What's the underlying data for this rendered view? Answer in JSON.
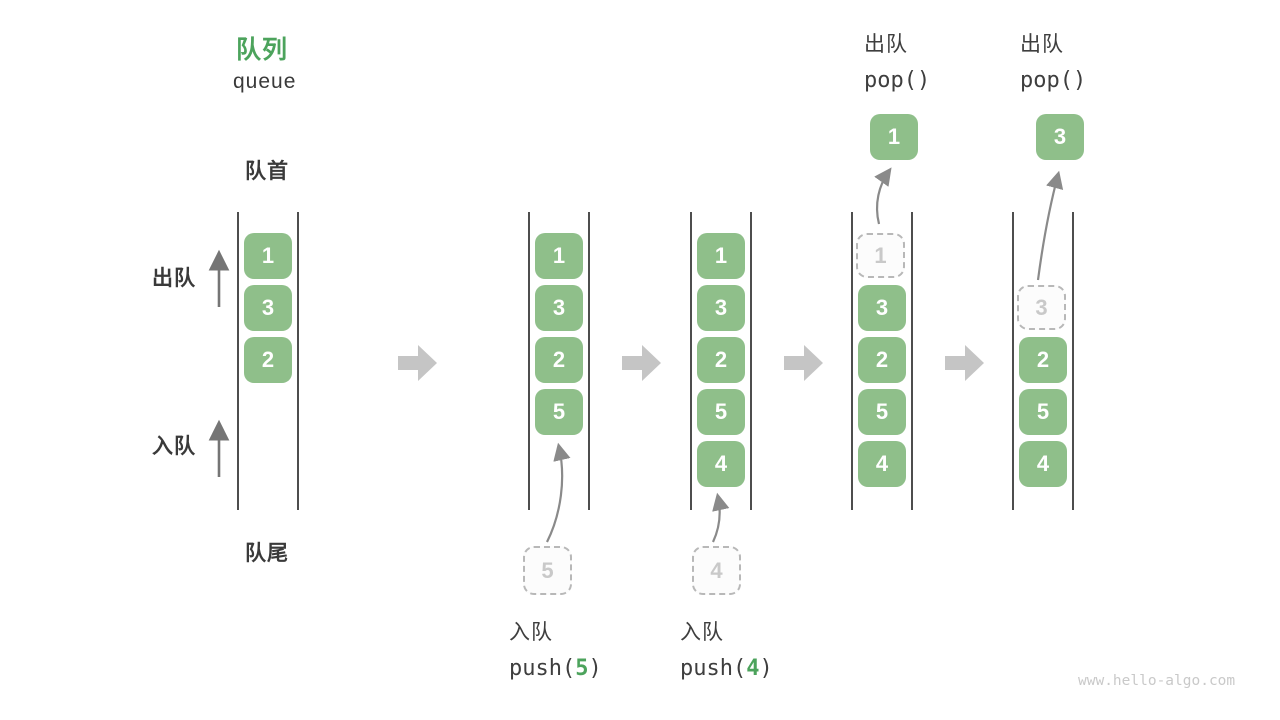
{
  "header": {
    "title_zh": "队列",
    "title_en": "queue"
  },
  "labels": {
    "front": "队首",
    "rear": "队尾",
    "dequeue_side": "出队",
    "enqueue_side": "入队"
  },
  "watermark": "www.hello-algo.com",
  "colors": {
    "box_green": "#8fbf8a",
    "accent_green": "#4ca35c",
    "text_dark": "#3d3d3d",
    "ghost_gray": "#c9c9c9",
    "block_arrow_gray": "#c5c5c5",
    "thin_arrow_gray": "#8a8a8a"
  },
  "stages": [
    {
      "name": "initial",
      "slots": [
        {
          "row": 0,
          "value": "1",
          "ghost": false
        },
        {
          "row": 1,
          "value": "3",
          "ghost": false
        },
        {
          "row": 2,
          "value": "2",
          "ghost": false
        }
      ]
    },
    {
      "name": "push-5",
      "slots": [
        {
          "row": 0,
          "value": "1",
          "ghost": false
        },
        {
          "row": 1,
          "value": "3",
          "ghost": false
        },
        {
          "row": 2,
          "value": "2",
          "ghost": false
        },
        {
          "row": 3,
          "value": "5",
          "ghost": false
        }
      ],
      "incoming_value": "5",
      "op_bottom": {
        "label": "入队",
        "code_pre": "push(",
        "code_arg": "5",
        "code_post": ")"
      }
    },
    {
      "name": "push-4",
      "slots": [
        {
          "row": 0,
          "value": "1",
          "ghost": false
        },
        {
          "row": 1,
          "value": "3",
          "ghost": false
        },
        {
          "row": 2,
          "value": "2",
          "ghost": false
        },
        {
          "row": 3,
          "value": "5",
          "ghost": false
        },
        {
          "row": 4,
          "value": "4",
          "ghost": false
        }
      ],
      "incoming_value": "4",
      "op_bottom": {
        "label": "入队",
        "code_pre": "push(",
        "code_arg": "4",
        "code_post": ")"
      }
    },
    {
      "name": "pop-1",
      "slots": [
        {
          "row": 0,
          "value": "1",
          "ghost": true
        },
        {
          "row": 1,
          "value": "3",
          "ghost": false
        },
        {
          "row": 2,
          "value": "2",
          "ghost": false
        },
        {
          "row": 3,
          "value": "5",
          "ghost": false
        },
        {
          "row": 4,
          "value": "4",
          "ghost": false
        }
      ],
      "popped_value": "1",
      "op_top": {
        "label": "出队",
        "code": "pop()"
      }
    },
    {
      "name": "pop-3",
      "slots": [
        {
          "row": 1,
          "value": "3",
          "ghost": true
        },
        {
          "row": 2,
          "value": "2",
          "ghost": false
        },
        {
          "row": 3,
          "value": "5",
          "ghost": false
        },
        {
          "row": 4,
          "value": "4",
          "ghost": false
        }
      ],
      "popped_value": "3",
      "op_top": {
        "label": "出队",
        "code": "pop()"
      }
    }
  ]
}
